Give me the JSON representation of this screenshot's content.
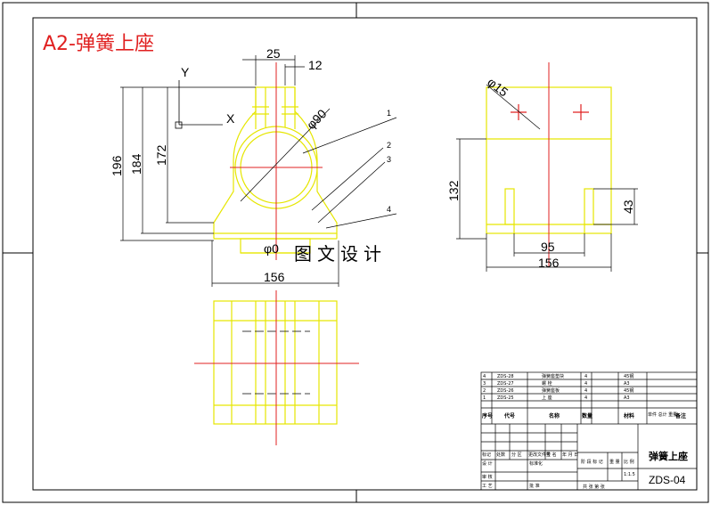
{
  "title": "A2-弹簧上座",
  "watermark": "图文设计",
  "axes": {
    "y": "Y",
    "x": "X"
  },
  "dims": {
    "d25": "25",
    "d12": "12",
    "d196": "196",
    "d184": "184",
    "d172": "172",
    "phi90": "φ90",
    "phi10": "φ0",
    "front_width": "156",
    "phi15": "φ15",
    "d132": "132",
    "d43": "43",
    "d95": "95",
    "side_width": "156"
  },
  "leaders": [
    "1",
    "2",
    "3",
    "4"
  ],
  "parts": [
    {
      "no": "4",
      "code": "ZDS-28",
      "name": "弹簧座垫块",
      "qty": "4",
      "mat": "45钢"
    },
    {
      "no": "3",
      "code": "ZDS-27",
      "name": "螺 栓",
      "qty": "4",
      "mat": "A3"
    },
    {
      "no": "2",
      "code": "ZDS-26",
      "name": "弹簧座板",
      "qty": "4",
      "mat": "45钢"
    },
    {
      "no": "1",
      "code": "ZDS-25",
      "name": "上 座",
      "qty": "4",
      "mat": "A3"
    }
  ],
  "bom_header": {
    "no": "序号",
    "code": "代号",
    "name": "名称",
    "qty": "数量",
    "mat": "材料",
    "weight": "单件 总计 重量",
    "note": "备注"
  },
  "tb_labels": [
    "标记",
    "处数",
    "分 区",
    "更改文件号",
    "签 名",
    "年 月 日",
    "设 计",
    "标准化",
    "阶 段 标 记",
    "重 量",
    "比 例",
    "审 核",
    "工 艺",
    "批 准",
    "共  张  第  张"
  ],
  "scale": "1:1.5",
  "drawing_name": "弹簧上座",
  "drawing_code": "ZDS-04",
  "colors": {
    "part": "#e6e600",
    "center": "#e02020",
    "dim": "#000000"
  }
}
